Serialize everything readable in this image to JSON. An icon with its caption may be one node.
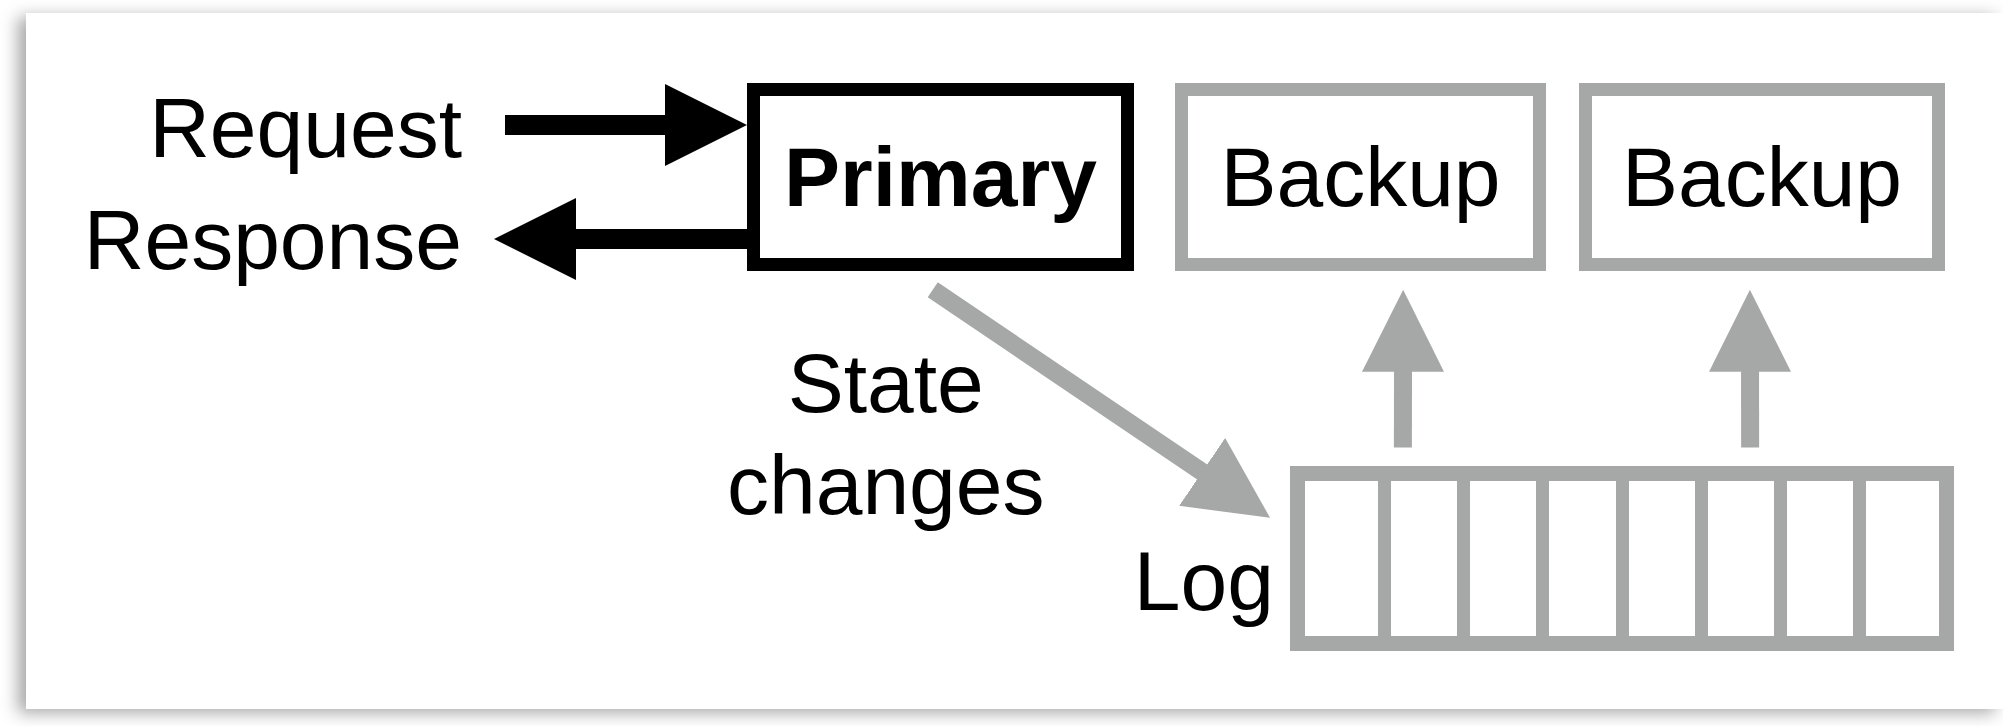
{
  "diagram": {
    "nodes": [
      {
        "text": [
          "Request"
        ]
      },
      {
        "text": [
          "Response"
        ]
      },
      {
        "text": [
          "Primary"
        ]
      },
      {
        "text": [
          "Backup"
        ]
      },
      {
        "text": [
          "Backup"
        ]
      },
      {
        "text": [
          "Log"
        ]
      }
    ],
    "edges": [
      {
        "from": 0,
        "to": 2,
        "arrow": "to",
        "color": "#000000"
      },
      {
        "from": 2,
        "to": 1,
        "arrow": "to",
        "color": "#000000"
      },
      {
        "from": 2,
        "to": 5,
        "arrow": "to",
        "label": "State changes",
        "color": "#a5a8a6"
      },
      {
        "from": 5,
        "to": 3,
        "arrow": "to",
        "color": "#a5a8a6"
      },
      {
        "from": 5,
        "to": 4,
        "arrow": "to",
        "color": "#a5a8a6"
      }
    ]
  }
}
